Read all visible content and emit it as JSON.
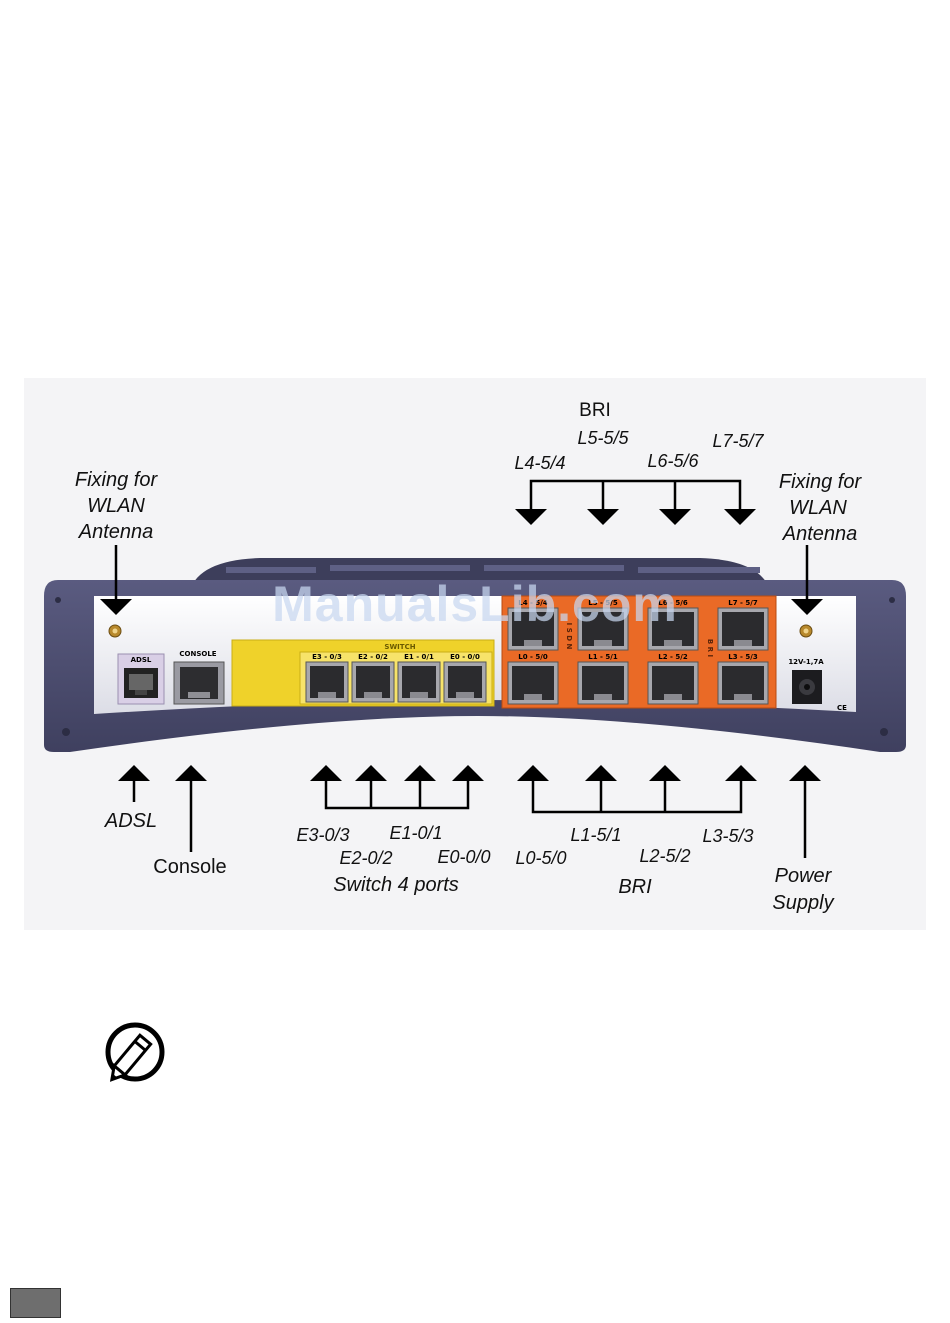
{
  "labels": {
    "bri_top": "BRI",
    "l5": "L5-5/5",
    "l7": "L7-5/7",
    "l4": "L4-5/4",
    "l6": "L6-5/6",
    "fix_left": [
      "Fixing for",
      "WLAN",
      "Antenna"
    ],
    "fix_right": [
      "Fixing for",
      "WLAN",
      "Antenna"
    ],
    "adsl": "ADSL",
    "console": "Console",
    "e3": "E3-0/3",
    "e1": "E1-0/1",
    "e2": "E2-0/2",
    "e0": "E0-0/0",
    "switch_ports": "Switch 4 ports",
    "l1": "L1-5/1",
    "l3": "L3-5/3",
    "l0": "L0-5/0",
    "l2": "L2-5/2",
    "bri_bottom": "BRI",
    "power": [
      "Power",
      "Supply"
    ]
  },
  "device": {
    "adsl_port": "ADSL",
    "console_port": "CONSOLE",
    "switch_header": "SWITCH",
    "switch_ports": [
      "E3 - 0/3",
      "E2 - 0/2",
      "E1 - 0/1",
      "E0 - 0/0"
    ],
    "isdn_vertical": "I S D N",
    "bri_vertical": "B R I",
    "bri_top_ports": [
      "L4 - 5/4",
      "L5 - 5/5",
      "L6 - 5/6",
      "L7 - 5/7"
    ],
    "bri_bottom_ports": [
      "L0 - 5/0",
      "L1 - 5/1",
      "L2 - 5/2",
      "L3 - 5/3"
    ],
    "power_rating": "12V-1,7A",
    "ce_mark": "CE"
  },
  "watermark": "ManualsLib.com",
  "icons": {
    "note": "pencil-note-icon"
  },
  "colors": {
    "chassis": "#4b4c6f",
    "panel": "#e9eaf0",
    "switch": "#f0d52b",
    "bri": "#ea6a26"
  }
}
